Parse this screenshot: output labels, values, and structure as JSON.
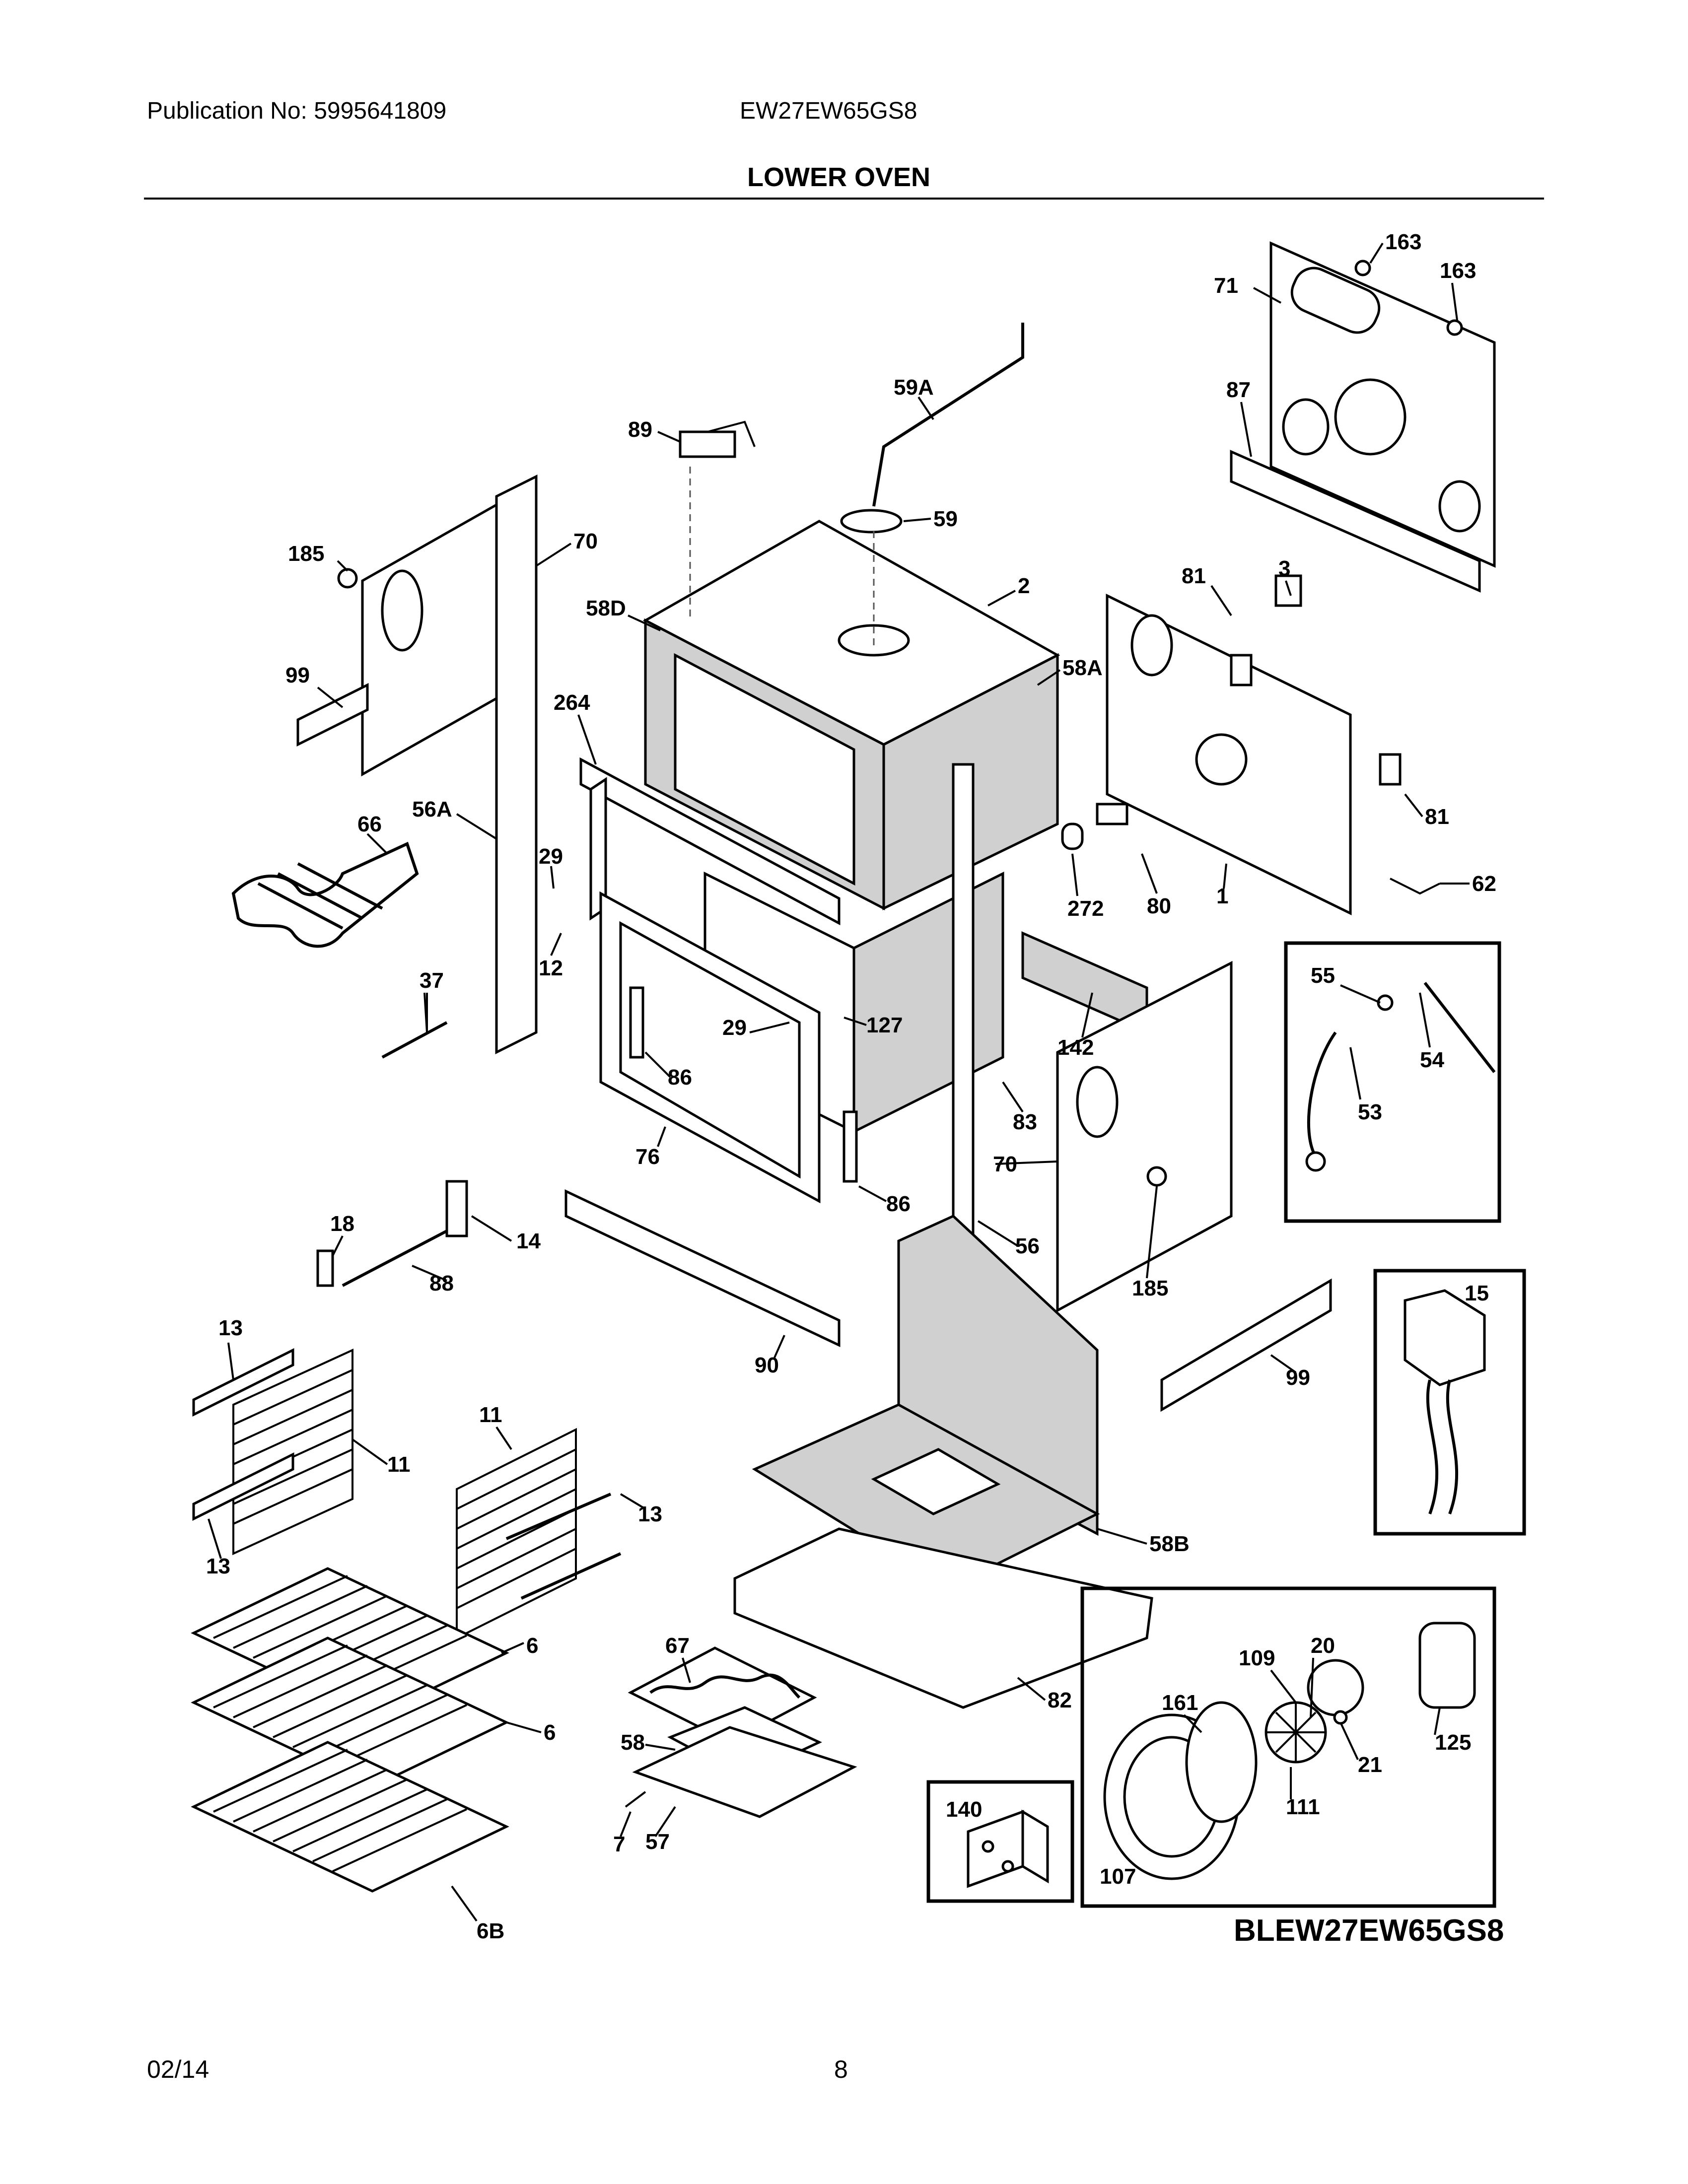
{
  "header": {
    "publication": "Publication No: 5995641809",
    "model": "EW27EW65GS8",
    "title": "LOWER OVEN"
  },
  "footer": {
    "date": "02/14",
    "page": "8"
  },
  "diagram": {
    "code": "BLEW27EW65GS8",
    "callouts": [
      {
        "label": "163"
      },
      {
        "label": "163"
      },
      {
        "label": "71"
      },
      {
        "label": "87"
      },
      {
        "label": "59A"
      },
      {
        "label": "89"
      },
      {
        "label": "59"
      },
      {
        "label": "185"
      },
      {
        "label": "70"
      },
      {
        "label": "58D"
      },
      {
        "label": "2"
      },
      {
        "label": "81"
      },
      {
        "label": "3"
      },
      {
        "label": "58A"
      },
      {
        "label": "99"
      },
      {
        "label": "264"
      },
      {
        "label": "81"
      },
      {
        "label": "66"
      },
      {
        "label": "56A"
      },
      {
        "label": "29"
      },
      {
        "label": "62"
      },
      {
        "label": "12"
      },
      {
        "label": "272"
      },
      {
        "label": "80"
      },
      {
        "label": "1"
      },
      {
        "label": "55"
      },
      {
        "label": "54"
      },
      {
        "label": "37"
      },
      {
        "label": "29"
      },
      {
        "label": "127"
      },
      {
        "label": "142"
      },
      {
        "label": "86"
      },
      {
        "label": "53"
      },
      {
        "label": "83"
      },
      {
        "label": "76"
      },
      {
        "label": "70"
      },
      {
        "label": "86"
      },
      {
        "label": "18"
      },
      {
        "label": "14"
      },
      {
        "label": "56"
      },
      {
        "label": "88"
      },
      {
        "label": "185"
      },
      {
        "label": "15"
      },
      {
        "label": "13"
      },
      {
        "label": "90"
      },
      {
        "label": "99"
      },
      {
        "label": "11"
      },
      {
        "label": "11"
      },
      {
        "label": "13"
      },
      {
        "label": "13"
      },
      {
        "label": "58B"
      },
      {
        "label": "6"
      },
      {
        "label": "67"
      },
      {
        "label": "20"
      },
      {
        "label": "109"
      },
      {
        "label": "6"
      },
      {
        "label": "82"
      },
      {
        "label": "161"
      },
      {
        "label": "58"
      },
      {
        "label": "125"
      },
      {
        "label": "21"
      },
      {
        "label": "140"
      },
      {
        "label": "111"
      },
      {
        "label": "7"
      },
      {
        "label": "57"
      },
      {
        "label": "107"
      },
      {
        "label": "6B"
      }
    ]
  }
}
